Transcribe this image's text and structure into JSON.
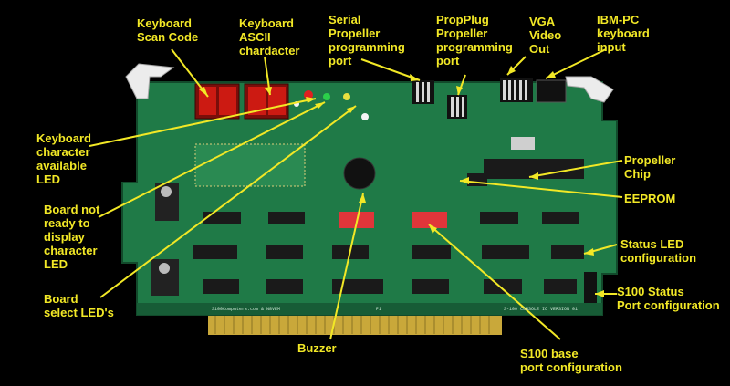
{
  "colors": {
    "background": "#000000",
    "board": "#1f7a47",
    "board_dark": "#175c36",
    "label": "#f2e826",
    "chip": "#1a1a1a",
    "gold_edge": "#c9a83a",
    "dip_switch": "#e0363a",
    "seven_segment": "#cc1a12"
  },
  "labels": {
    "keyboard_scan_code": "Keyboard\nScan Code",
    "keyboard_ascii": "Keyboard\nASCII\nchardacter",
    "serial_propeller": "Serial\nPropeller\nprogramming\nport",
    "propplug": "PropPlug\nPropeller\nprogramming\nport",
    "vga": "VGA\nVideo\nOut",
    "ibm_pc": "IBM-PC\nkeyboard\ninput",
    "keyboard_char_led": "Keyboard\ncharacter\navailable\nLED",
    "board_not_ready": "Board not\nready to\ndisplay\ncharacter\nLED",
    "board_select": "Board\nselect LED's",
    "buzzer": "Buzzer",
    "propeller_chip": "Propeller\nChip",
    "eeprom": "EEPROM",
    "status_led_config": "Status LED\nconfiguration",
    "s100_status": "S100 Status\nPort configuration",
    "s100_base": "S100 base\nport configuration"
  },
  "board_silkscreen": {
    "left_footer": "S100Computers.com & N8VEM",
    "right_footer": "S-100 CONSOLE IO VERSION 01",
    "mid_footer": "P1"
  }
}
